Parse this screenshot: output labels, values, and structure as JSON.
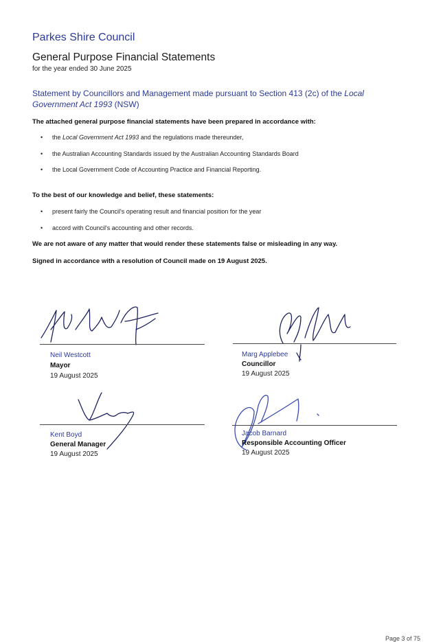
{
  "header": {
    "organisation": "Parkes Shire Council",
    "document_title": "General Purpose Financial Statements",
    "period": "for the year ended 30 June 2025"
  },
  "statement": {
    "prefix": "Statement by Councillors and Management made pursuant to Section 413 (2c) of the ",
    "act_name": "Local Government Act 1993",
    "suffix": " (NSW)"
  },
  "prepared": {
    "intro": "The attached general purpose financial statements have been prepared in accordance with:",
    "bullet1_prefix": "the ",
    "bullet1_act": "Local Government Act 1993",
    "bullet1_suffix": " and the regulations made thereunder,",
    "bullet2": "the Australian Accounting Standards issued by the Australian Accounting Standards Board",
    "bullet3": "the Local Government Code of Accounting Practice and Financial Reporting."
  },
  "belief": {
    "intro": "To the best of our knowledge and belief, these statements:",
    "bullet1": "present fairly the Council's operating result and financial position for the year",
    "bullet2": "accord with Council's accounting and other records."
  },
  "not_aware": "We are not aware of any matter that would render these statements false or misleading in any way.",
  "signed": "Signed in accordance with a resolution of Council made on 19 August 2025.",
  "signatories": [
    {
      "name": "Neil Westcott",
      "role": "Mayor",
      "date": "19 August 2025"
    },
    {
      "name": "Marg Applebee",
      "role": "Councillor",
      "date": "19 August 2025"
    },
    {
      "name": "Kent Boyd",
      "role": "General Manager",
      "date": "19 August 2025"
    },
    {
      "name": "Jacob Barnard",
      "role": "Responsible Accounting Officer",
      "date": "19 August 2025"
    }
  ],
  "footer": {
    "page": "Page 3 of 75"
  }
}
